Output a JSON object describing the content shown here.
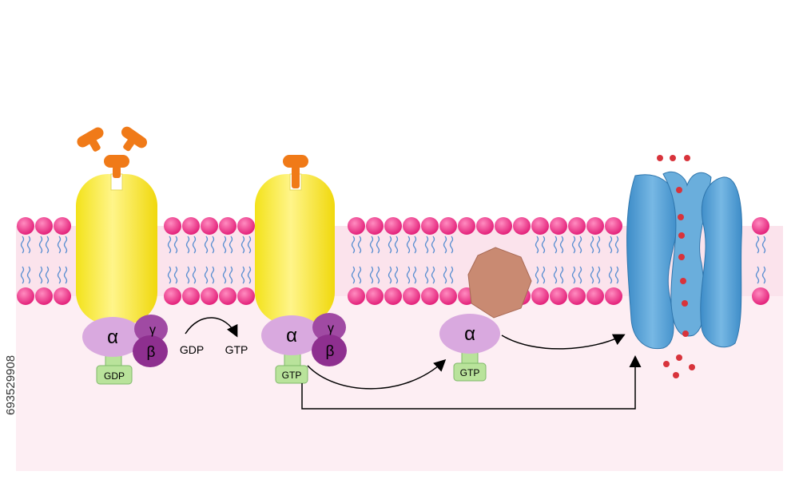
{
  "subunits": {
    "alpha": "α",
    "beta": "β",
    "gamma": "γ"
  },
  "nucleotides": {
    "gdp": "GDP",
    "gtp": "GTP"
  },
  "exchange": {
    "from": "GDP",
    "to": "GTP"
  },
  "watermark_id": "693529908",
  "colors": {
    "phospholipid_head": "#ec3d8c",
    "tail": "#5b8fd1",
    "cytoplasm": "#fdeef3",
    "receptor": "#f8e71c",
    "ligand": "#f07a18",
    "alpha": "#d9a9df",
    "beta": "#8e2f8f",
    "gamma": "#a04aa3",
    "nucleotide": "#b9e39b",
    "effector": "#c98a72",
    "channel": "#5ba4d6",
    "ion": "#d8333b"
  }
}
